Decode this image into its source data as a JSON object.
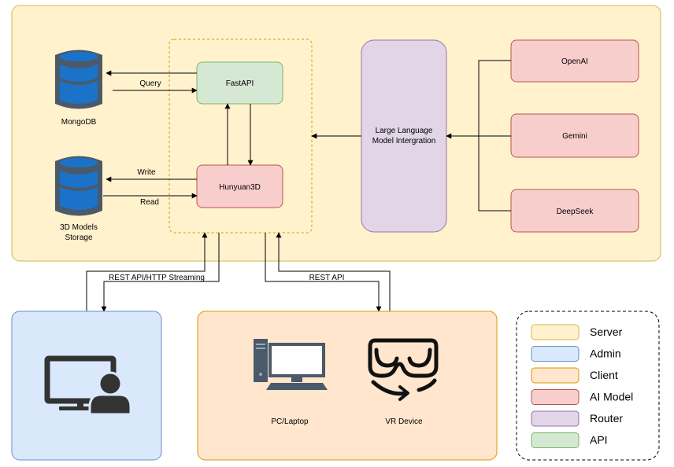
{
  "nodes": {
    "mongodb": "MongoDB",
    "models_storage_line1": "3D Models",
    "models_storage_line2": "Storage",
    "fastapi": "FastAPI",
    "hunyuan": "Hunyuan3D",
    "llm_line1": "Large Language",
    "llm_line2": "Model Intergration",
    "openai": "OpenAI",
    "gemini": "Gemini",
    "deepseek": "DeepSeek",
    "pc": "PC/Laptop",
    "vr": "VR Device"
  },
  "edges": {
    "query": "Query",
    "write": "Write",
    "read": "Read",
    "rest_http": "REST API/HTTP Streaming",
    "rest_api": "REST API"
  },
  "legend": [
    {
      "label": "Server",
      "fill": "#fff2cc",
      "stroke": "#d6b656"
    },
    {
      "label": "Admin",
      "fill": "#dae8fc",
      "stroke": "#6c8ebf"
    },
    {
      "label": "Client",
      "fill": "#ffe6cc",
      "stroke": "#d79b00"
    },
    {
      "label": "AI Model",
      "fill": "#f8cecc",
      "stroke": "#b85450"
    },
    {
      "label": "Router",
      "fill": "#e1d5e7",
      "stroke": "#9673a6"
    },
    {
      "label": "API",
      "fill": "#d5e8d4",
      "stroke": "#82b366"
    }
  ],
  "colors": {
    "server_fill": "#fff2cc",
    "server_stroke": "#d6b656",
    "admin_fill": "#dae8fc",
    "admin_stroke": "#6c8ebf",
    "client_fill": "#ffe6cc",
    "client_stroke": "#d79b00",
    "ai_fill": "#f8cecc",
    "ai_stroke": "#b85450",
    "router_fill": "#e1d5e7",
    "router_stroke": "#9673a6",
    "api_fill": "#d5e8d4",
    "api_stroke": "#82b366",
    "db_blue": "#1a73c8",
    "db_gray": "#4a5a6a"
  },
  "icons": [
    "database-icon",
    "computer-user-icon",
    "desktop-pc-icon",
    "vr-headset-icon"
  ]
}
